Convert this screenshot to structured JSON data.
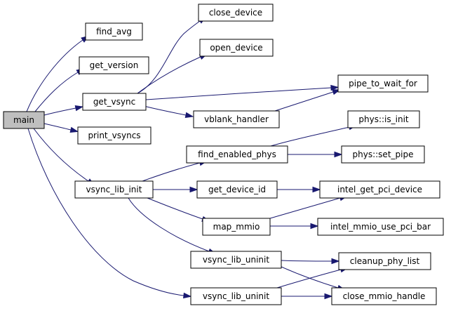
{
  "diagram": {
    "colors": {
      "root_fill": "#bfbfbf",
      "node_fill": "#ffffff",
      "border": "#000000",
      "edge": "#191970"
    },
    "nodes": [
      {
        "id": "main",
        "label": "main",
        "root": true
      },
      {
        "id": "find_avg",
        "label": "find_avg"
      },
      {
        "id": "get_version",
        "label": "get_version"
      },
      {
        "id": "get_vsync",
        "label": "get_vsync"
      },
      {
        "id": "print_vsyncs",
        "label": "print_vsyncs"
      },
      {
        "id": "vsync_lib_init",
        "label": "vsync_lib_init"
      },
      {
        "id": "close_device",
        "label": "close_device"
      },
      {
        "id": "open_device",
        "label": "open_device"
      },
      {
        "id": "vblank_handler",
        "label": "vblank_handler"
      },
      {
        "id": "find_enabled_phys",
        "label": "find_enabled_phys"
      },
      {
        "id": "get_device_id",
        "label": "get_device_id"
      },
      {
        "id": "map_mmio",
        "label": "map_mmio"
      },
      {
        "id": "vsync_lib_uninit_1",
        "label": "vsync_lib_uninit"
      },
      {
        "id": "vsync_lib_uninit_2",
        "label": "vsync_lib_uninit"
      },
      {
        "id": "pipe_to_wait_for",
        "label": "pipe_to_wait_for"
      },
      {
        "id": "phys_is_init",
        "label": "phys::is_init"
      },
      {
        "id": "phys_set_pipe",
        "label": "phys::set_pipe"
      },
      {
        "id": "intel_get_pci_device",
        "label": "intel_get_pci_device"
      },
      {
        "id": "intel_mmio_use_pci_bar",
        "label": "intel_mmio_use_pci_bar"
      },
      {
        "id": "cleanup_phy_list",
        "label": "cleanup_phy_list"
      },
      {
        "id": "close_mmio_handle",
        "label": "close_mmio_handle"
      }
    ],
    "edges": [
      {
        "from": "main",
        "to": "find_avg"
      },
      {
        "from": "main",
        "to": "get_version"
      },
      {
        "from": "main",
        "to": "get_vsync"
      },
      {
        "from": "main",
        "to": "print_vsyncs"
      },
      {
        "from": "main",
        "to": "vsync_lib_init"
      },
      {
        "from": "main",
        "to": "vsync_lib_uninit_2"
      },
      {
        "from": "get_vsync",
        "to": "close_device"
      },
      {
        "from": "get_vsync",
        "to": "open_device"
      },
      {
        "from": "get_vsync",
        "to": "pipe_to_wait_for"
      },
      {
        "from": "get_vsync",
        "to": "vblank_handler"
      },
      {
        "from": "vblank_handler",
        "to": "pipe_to_wait_for"
      },
      {
        "from": "vsync_lib_init",
        "to": "find_enabled_phys"
      },
      {
        "from": "vsync_lib_init",
        "to": "get_device_id"
      },
      {
        "from": "vsync_lib_init",
        "to": "map_mmio"
      },
      {
        "from": "vsync_lib_init",
        "to": "vsync_lib_uninit_1"
      },
      {
        "from": "find_enabled_phys",
        "to": "phys_is_init"
      },
      {
        "from": "find_enabled_phys",
        "to": "phys_set_pipe"
      },
      {
        "from": "get_device_id",
        "to": "intel_get_pci_device"
      },
      {
        "from": "map_mmio",
        "to": "intel_get_pci_device"
      },
      {
        "from": "map_mmio",
        "to": "intel_mmio_use_pci_bar"
      },
      {
        "from": "vsync_lib_uninit_1",
        "to": "cleanup_phy_list"
      },
      {
        "from": "vsync_lib_uninit_1",
        "to": "close_mmio_handle"
      },
      {
        "from": "vsync_lib_uninit_2",
        "to": "cleanup_phy_list"
      },
      {
        "from": "vsync_lib_uninit_2",
        "to": "close_mmio_handle"
      }
    ]
  }
}
